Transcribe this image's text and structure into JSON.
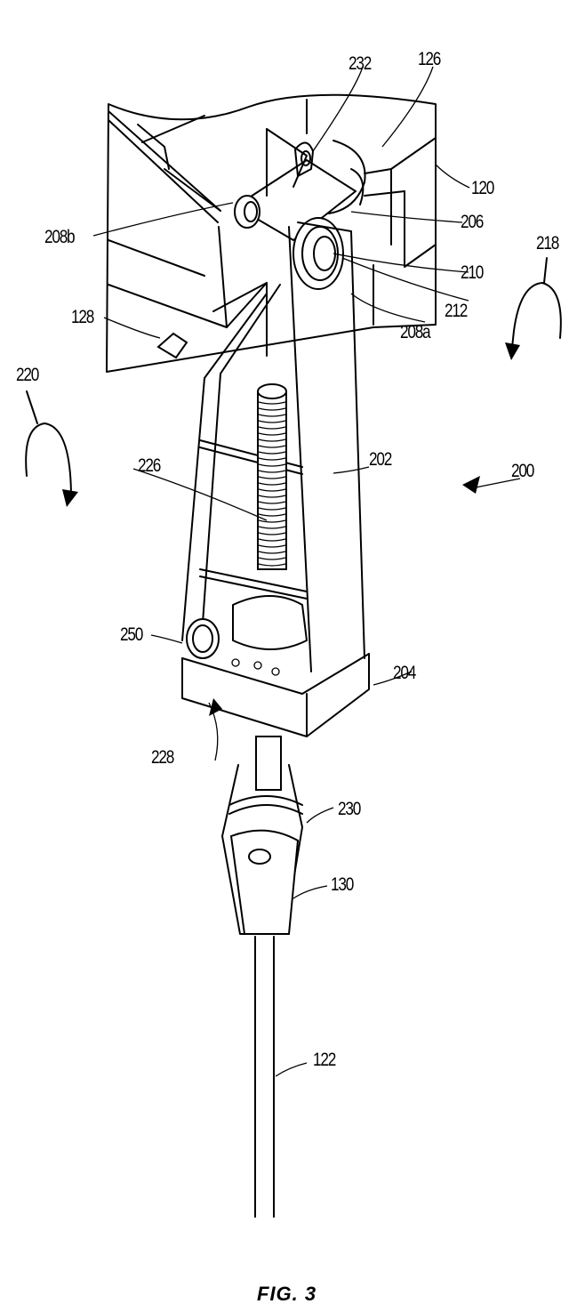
{
  "figure": {
    "caption": "FIG. 3",
    "reference_labels": {
      "r232": "232",
      "r126": "126",
      "r120": "120",
      "r206": "206",
      "r208b": "208b",
      "r210": "210",
      "r218": "218",
      "r212": "212",
      "r208a": "208a",
      "r128": "128",
      "r220": "220",
      "r226": "226",
      "r202": "202",
      "r200": "200",
      "r250": "250",
      "r204": "204",
      "r228": "228",
      "r230": "230",
      "r130": "130",
      "r122": "122"
    },
    "rotation_arrows": [
      "218",
      "220"
    ]
  }
}
